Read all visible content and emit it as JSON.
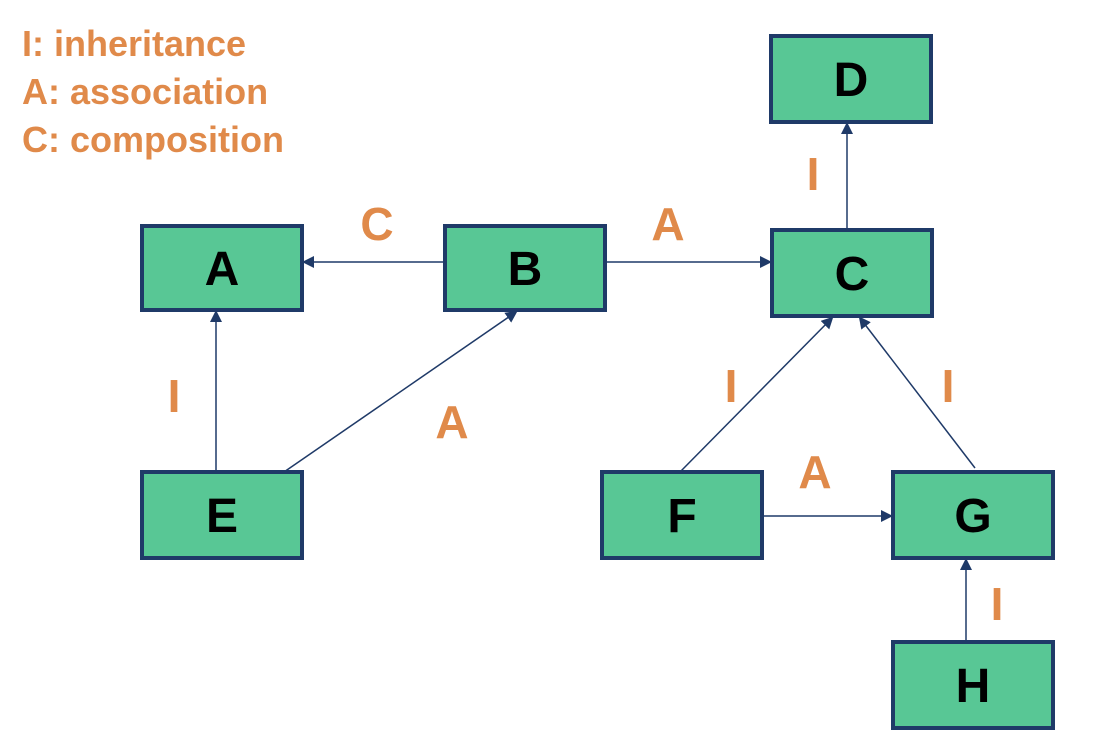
{
  "legend": {
    "items": [
      {
        "text": "I: inheritance"
      },
      {
        "text": "A: association"
      },
      {
        "text": "C: composition"
      }
    ]
  },
  "colors": {
    "node_fill": "#58c795",
    "node_border": "#1f3a68",
    "label": "#e08a4a",
    "edge": "#1f3a68"
  },
  "nodes": [
    {
      "id": "A",
      "label": "A"
    },
    {
      "id": "B",
      "label": "B"
    },
    {
      "id": "C",
      "label": "C"
    },
    {
      "id": "D",
      "label": "D"
    },
    {
      "id": "E",
      "label": "E"
    },
    {
      "id": "F",
      "label": "F"
    },
    {
      "id": "G",
      "label": "G"
    },
    {
      "id": "H",
      "label": "H"
    }
  ],
  "edges": [
    {
      "from": "B",
      "to": "A",
      "label": "C"
    },
    {
      "from": "B",
      "to": "C",
      "label": "A"
    },
    {
      "from": "C",
      "to": "D",
      "label": "I"
    },
    {
      "from": "E",
      "to": "A",
      "label": "I"
    },
    {
      "from": "E",
      "to": "B",
      "label": "A"
    },
    {
      "from": "F",
      "to": "C",
      "label": "I"
    },
    {
      "from": "G",
      "to": "C",
      "label": "I"
    },
    {
      "from": "F",
      "to": "G",
      "label": "A"
    },
    {
      "from": "H",
      "to": "G",
      "label": "I"
    }
  ]
}
